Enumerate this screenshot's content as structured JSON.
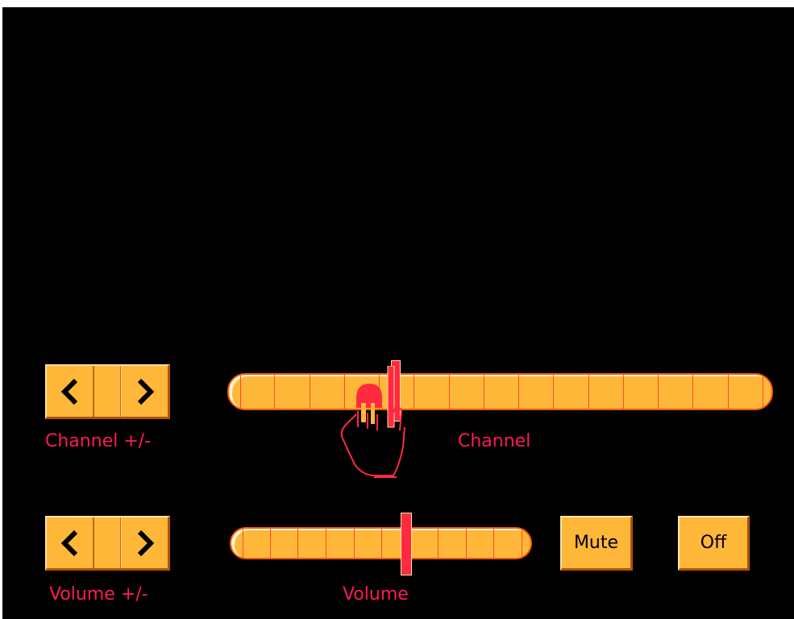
{
  "channel_controls": {
    "prev_arrow": "<",
    "next_arrow": ">",
    "label": "Channel +/-"
  },
  "channel_slider": {
    "label": "Channel",
    "segments": 15,
    "level": 0.3
  },
  "volume_controls": {
    "prev_arrow": "<",
    "next_arrow": ">",
    "label": "Volume +/-"
  },
  "volume_slider": {
    "label": "Volume",
    "segments": 10,
    "level": 0.59
  },
  "buttons": {
    "mute": "Mute",
    "off": "Off"
  },
  "colors": {
    "background": "#000000",
    "button": "#ffb73a",
    "label_text": "#ff1a55",
    "thumb": "#ff2a40"
  },
  "icons": {
    "cursor": "pointing-hand-icon",
    "prev": "chevron-left-icon",
    "next": "chevron-right-icon"
  }
}
